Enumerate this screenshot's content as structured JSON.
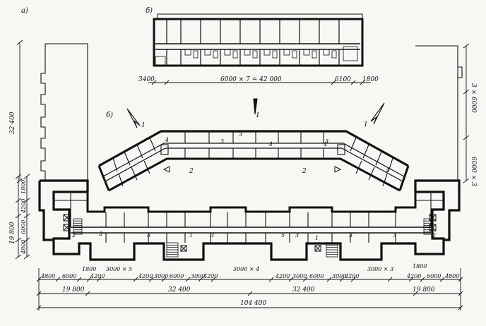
{
  "plan_labels": {
    "a": "а)",
    "b_top": "б)",
    "b_mid": "б)"
  },
  "top_plan": {
    "dims": [
      "3400",
      "6000 × 7 = 42 000",
      "6100",
      "1800"
    ]
  },
  "middle_plan": {
    "arrow_marks": [
      "1",
      "1",
      "1"
    ],
    "section_marks": [
      "2",
      "2"
    ],
    "room_marks": [
      "4",
      "3",
      "3",
      "3",
      "4",
      "4",
      "4"
    ]
  },
  "main_plan": {
    "left_vertical_dims": [
      "32 400",
      "19 800",
      "1800",
      "4200",
      "6000",
      "4800"
    ],
    "right_vertical_dims": [
      "3 × 6000",
      "6000 × 3"
    ],
    "room_marks": [
      "2",
      "3",
      "3",
      "1",
      "3",
      "5",
      "3",
      "1",
      "3",
      "2",
      "3"
    ],
    "bottom_dims_row1": [
      "4800",
      "6000",
      "1800",
      "4200",
      "3000 × 5",
      "4200",
      "3000",
      "6000",
      "3000",
      "4200",
      "3000 × 4",
      "4200",
      "3000",
      "6000",
      "3000",
      "4200",
      "3000 × 3",
      "1800",
      "4200",
      "6000",
      "4800"
    ],
    "bottom_dims_row2": [
      "19 800",
      "32 400",
      "32 400",
      "19 800"
    ],
    "bottom_total": "104 400"
  }
}
